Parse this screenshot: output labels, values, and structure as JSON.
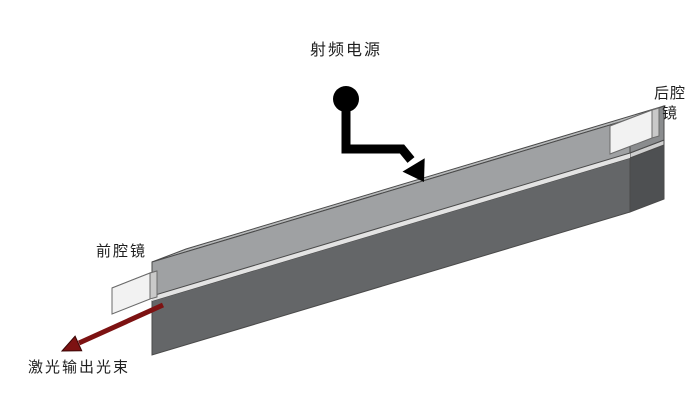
{
  "diagram": {
    "labels": {
      "rf_power": "射频电源",
      "rear_mirror_line1": "后腔",
      "rear_mirror_line2": "镜",
      "front_mirror": "前腔镜",
      "output_beam": "激光输出光束"
    },
    "colors": {
      "background": "#ffffff",
      "slab_top_face": "#b7b9ba",
      "slab_top_front": "#9fa1a3",
      "slab_top_end": "#8a8c8e",
      "gap": "#e3e3e3",
      "gap_end": "#cfcfcf",
      "slab_bottom_front": "#646668",
      "slab_bottom_end": "#4e5052",
      "mirror_face": "#f2f2f2",
      "mirror_side": "#c9c9c9",
      "mirror_top": "#e0e0e0",
      "connector": "#000000",
      "beam": "#7d1212",
      "text": "#1f1f1f"
    }
  }
}
